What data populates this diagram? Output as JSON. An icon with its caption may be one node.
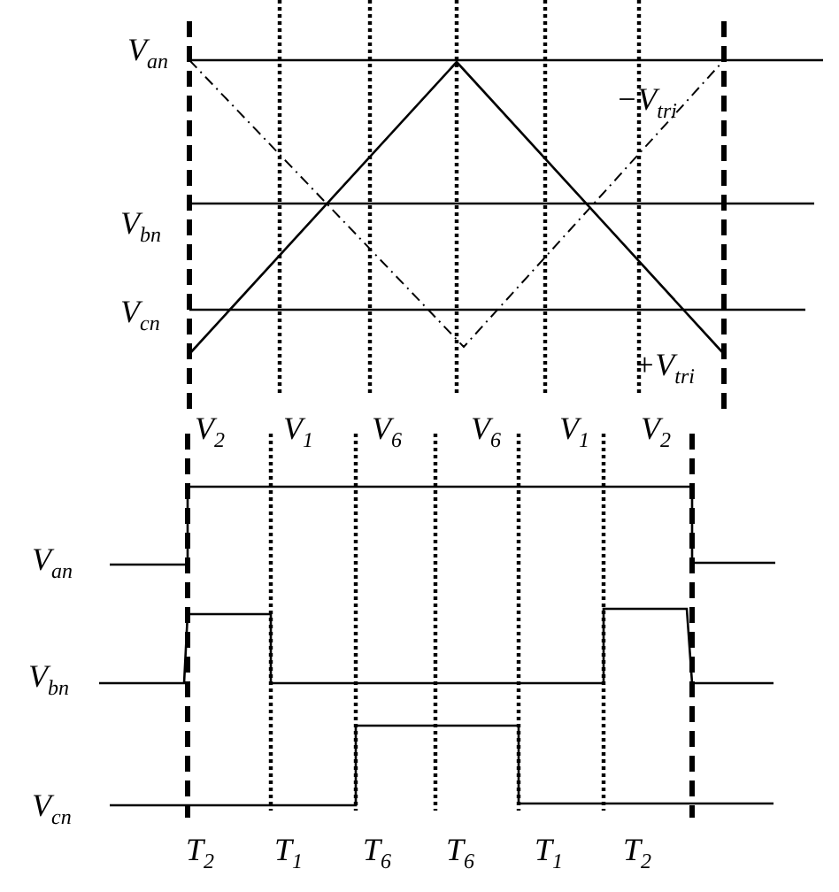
{
  "diagram": {
    "labels": [
      "V$_{an}$",
      "−V$_{tri}$",
      "V$_{bn}$",
      "V$_{cn}$",
      "+V$_{tri}$",
      "V$_{2}$",
      "V$_{1}$",
      "V$_{6}$",
      "V$_{6}$",
      "V$_{1}$",
      "V$_{2}$",
      "V$_{an}$",
      "V$_{bn}$",
      "V$_{cn}$",
      "T$_{2}$",
      "T$_{1}$",
      "T$_{6}$",
      "T$_{6}$",
      "T$_{1}$",
      "T$_{2}$"
    ]
  }
}
